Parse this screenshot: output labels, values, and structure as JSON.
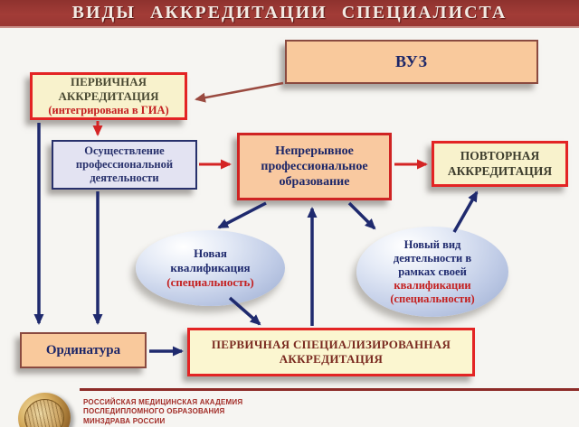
{
  "header": {
    "title": "ВИДЫ АККРЕДИТАЦИИ СПЕЦИАЛИСТА"
  },
  "nodes": {
    "vuz": {
      "label": "ВУЗ"
    },
    "primary_accreditation": {
      "title": "ПЕРВИЧНАЯ АККРЕДИТАЦИЯ",
      "subtitle": "(интегрирована в ГИА)"
    },
    "professional_activity": {
      "label": "Осуществление профессиональной деятельности"
    },
    "continuous_education": {
      "label": "Непрерывное профессиональное образование"
    },
    "repeat_accreditation": {
      "label": "ПОВТОРНАЯ АККРЕДИТАЦИЯ"
    },
    "new_qualification": {
      "title": "Новая квалификация",
      "subtitle": "(специальность)"
    },
    "new_activity": {
      "title": "Новый вид деятельности в рамках своей",
      "subtitle": "квалификации (специальности)"
    },
    "ordinatura": {
      "label": "Ординатура"
    },
    "primary_specialized": {
      "label": "ПЕРВИЧНАЯ СПЕЦИАЛИЗИРОВАННАЯ АККРЕДИТАЦИЯ"
    }
  },
  "footer": {
    "org_lines": [
      "РОССИЙСКАЯ МЕДИЦИНСКАЯ АКАДЕМИЯ",
      "ПОСЛЕДИПЛОМНОГО ОБРАЗОВАНИЯ",
      "МИНЗДРАВА РОССИИ"
    ]
  },
  "palette": {
    "header_bg": "#a23c37",
    "box_peach": "#f9c99c",
    "box_cream": "#f8f2cc",
    "box_lavender": "#e3e3f2",
    "ellipse_blue": "#bfcbe6",
    "navy": "#1f2a6e",
    "red_accent": "#d42424",
    "brown_red": "#9a4a40",
    "olive_text": "#4a4a33",
    "maroon_text": "#7a2a20",
    "footer_red": "#a22d28"
  }
}
